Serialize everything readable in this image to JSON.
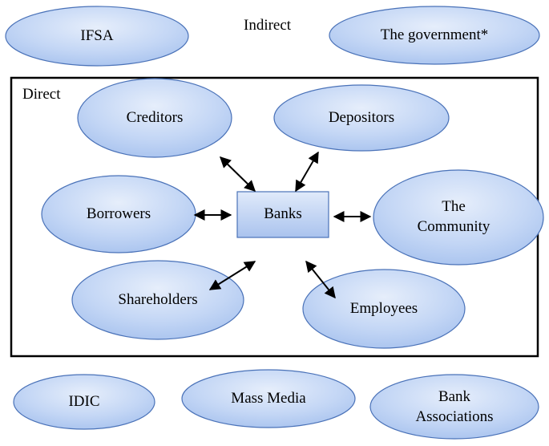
{
  "section_labels": {
    "indirect": "Indirect",
    "direct": "Direct"
  },
  "center": {
    "label": "Banks"
  },
  "direct_stakeholders": {
    "creditors": "Creditors",
    "depositors": "Depositors",
    "borrowers": "Borrowers",
    "community_line1": "The",
    "community_line2": "Community",
    "shareholders": "Shareholders",
    "employees": "Employees"
  },
  "indirect_stakeholders": {
    "ifsa": "IFSA",
    "government": "The government*",
    "idic": "IDIC",
    "mass_media": "Mass Media",
    "bank_assoc_line1": "Bank",
    "bank_assoc_line2": "Associations"
  },
  "colors": {
    "ellipse_fill_light": "#e6eefb",
    "ellipse_fill_mid": "#c3d6f5",
    "ellipse_fill_dark": "#a7c2ee",
    "ellipse_stroke": "#4a72b8",
    "frame": "#000000",
    "arrow": "#000000"
  }
}
